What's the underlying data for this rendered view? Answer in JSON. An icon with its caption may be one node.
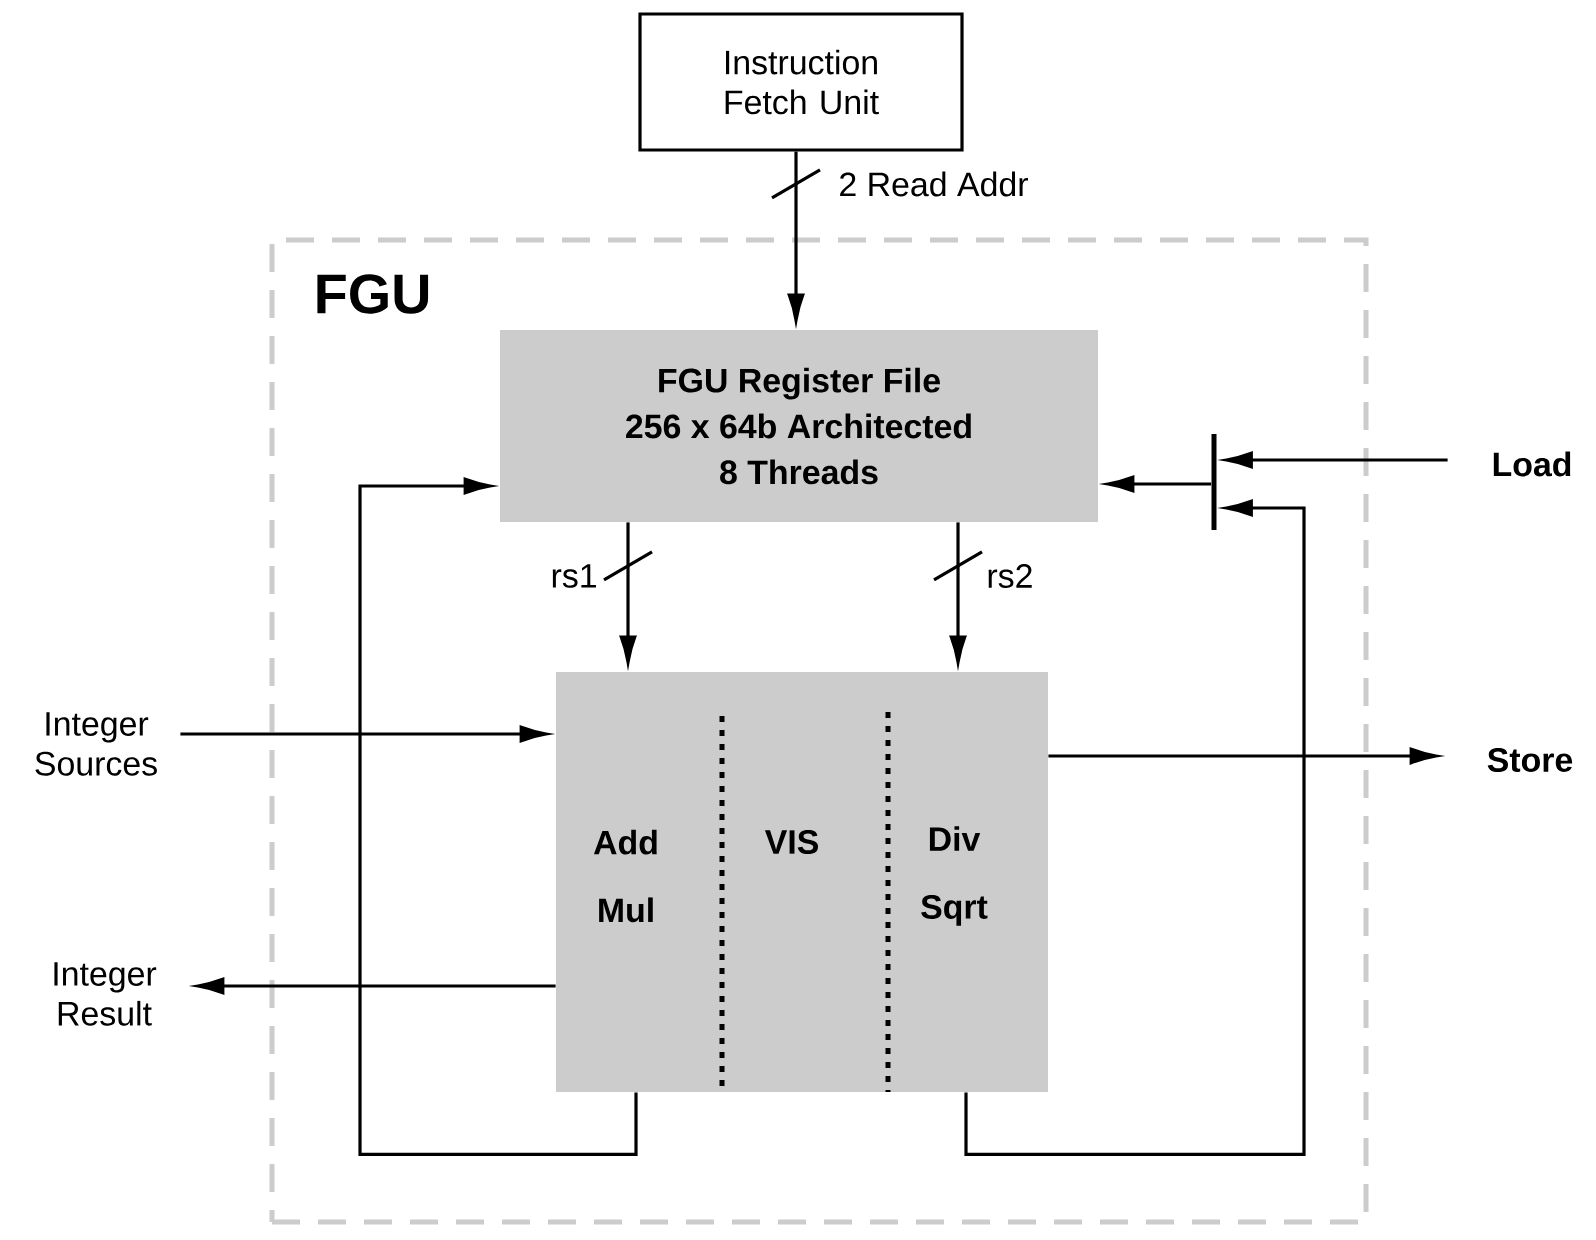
{
  "diagram": {
    "nodes": [
      {
        "text": [
          "FGU"
        ]
      },
      {
        "text": [
          "Instruction Fetch Unit"
        ]
      },
      {
        "text": [
          "FGU Register File",
          "256 x 64b Architected",
          "8 Threads"
        ],
        "in": 0
      },
      {
        "text": [
          "Add Mul",
          "VIS",
          "Div Sqrt"
        ],
        "in": 0
      },
      {
        "text": [
          "Integer Sources"
        ]
      },
      {
        "text": [
          "Integer Result"
        ]
      },
      {
        "text": [
          "Load"
        ]
      },
      {
        "text": [
          "Store"
        ]
      },
      {
        "text": [],
        "shape": "bar",
        "in": 0
      }
    ],
    "edges": [
      {
        "from": 1,
        "to": 2,
        "arrow": "to",
        "label": "2 Read Addr"
      },
      {
        "from": 2,
        "to": 3,
        "arrow": "to",
        "label": "rs1"
      },
      {
        "from": 2,
        "to": 3,
        "arrow": "to",
        "label": "rs2"
      },
      {
        "from": 4,
        "to": 3,
        "arrow": "to"
      },
      {
        "from": 3,
        "to": 5,
        "arrow": "to"
      },
      {
        "from": 3,
        "to": 7,
        "arrow": "to"
      },
      {
        "from": 6,
        "to": 8,
        "arrow": "to"
      },
      {
        "from": 3,
        "to": 8,
        "arrow": "to"
      },
      {
        "from": 8,
        "to": 2,
        "arrow": "to"
      },
      {
        "from": 3,
        "to": 2,
        "arrow": "to"
      }
    ]
  }
}
